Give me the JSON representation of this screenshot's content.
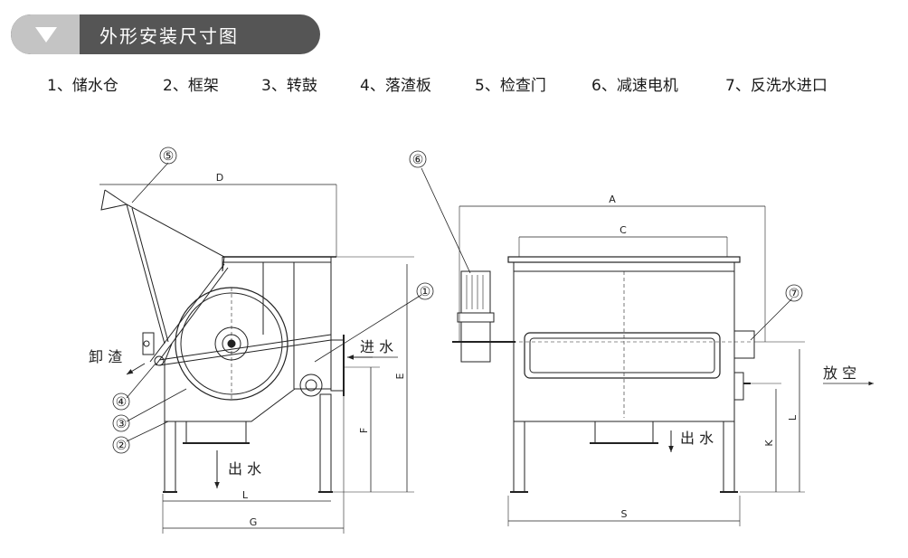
{
  "header": {
    "title": "外形安装尺寸图"
  },
  "legend": [
    "1、储水仓",
    "2、框架",
    "3、转鼓",
    "4、落渣板",
    "5、检查门",
    "6、减速电机",
    "7、反洗水进口"
  ],
  "diagram": {
    "callouts": [
      "⑤",
      "①",
      "④",
      "③",
      "②",
      "⑥",
      "⑦"
    ],
    "dims": {
      "D": "D",
      "E": "E",
      "F": "F",
      "L_left": "L",
      "G": "G",
      "A": "A",
      "C": "C",
      "S": "S",
      "K": "K",
      "L_right": "L"
    },
    "labels": {
      "slag": "卸 渣",
      "inlet": "进 水",
      "outlet_left": "出 水",
      "outlet_right": "出 水",
      "drain": "放 空"
    }
  }
}
